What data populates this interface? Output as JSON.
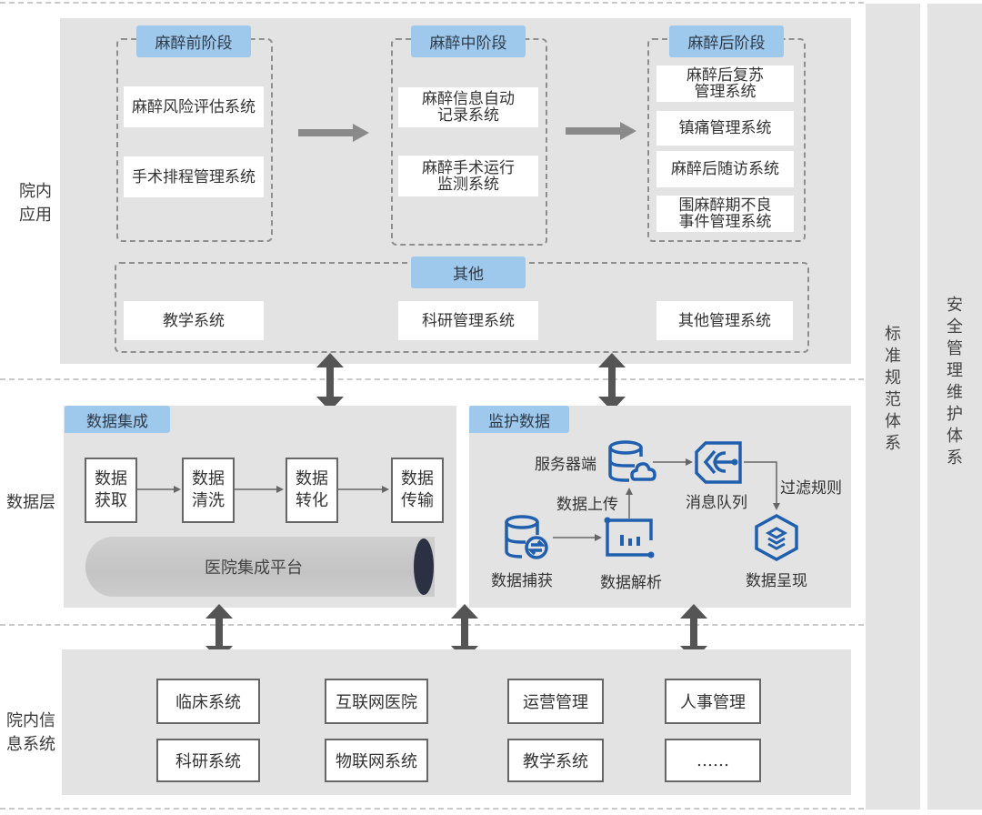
{
  "layers": {
    "app": "院内\n应用",
    "data": "数据层",
    "info": "院内信\n息系统"
  },
  "side_columns": {
    "standards": "标准规范体系",
    "security": "安全管理维护体系"
  },
  "stages": [
    {
      "title": "麻醉前阶段",
      "items": [
        "麻醉风险评估系统",
        "手术排程管理系统"
      ]
    },
    {
      "title": "麻醉中阶段",
      "items": [
        "麻醉信息自动\n记录系统",
        "麻醉手术运行\n监测系统"
      ]
    },
    {
      "title": "麻醉后阶段",
      "items": [
        "麻醉后复苏\n管理系统",
        "镇痛管理系统",
        "麻醉后随访系统",
        "围麻醉期不良\n事件管理系统"
      ]
    }
  ],
  "others": {
    "title": "其他",
    "items": [
      "教学系统",
      "科研管理系统",
      "其他管理系统"
    ]
  },
  "data_integration": {
    "title": "数据集成",
    "steps": [
      "数据\n获取",
      "数据\n清洗",
      "数据\n转化",
      "数据\n传输"
    ],
    "platform": "医院集成平台"
  },
  "monitoring": {
    "title": "监护数据",
    "nodes": {
      "server": {
        "label": "服务器端",
        "icon": "database-cloud-icon"
      },
      "queue": {
        "label": "消息队列",
        "icon": "message-queue-icon"
      },
      "capture": {
        "label": "数据捕获",
        "icon": "database-exchange-icon"
      },
      "parse": {
        "label": "数据解析",
        "icon": "chart-parse-icon"
      },
      "present": {
        "label": "数据呈现",
        "icon": "layers-hexagon-icon"
      }
    },
    "edges": {
      "upload": "数据上传",
      "filter": "过滤规则"
    },
    "icon_color": "#1f5fae"
  },
  "info_systems": [
    [
      "临床系统",
      "互联网医院",
      "运营管理",
      "人事管理"
    ],
    [
      "科研系统",
      "物联网系统",
      "教学系统",
      "……"
    ]
  ]
}
